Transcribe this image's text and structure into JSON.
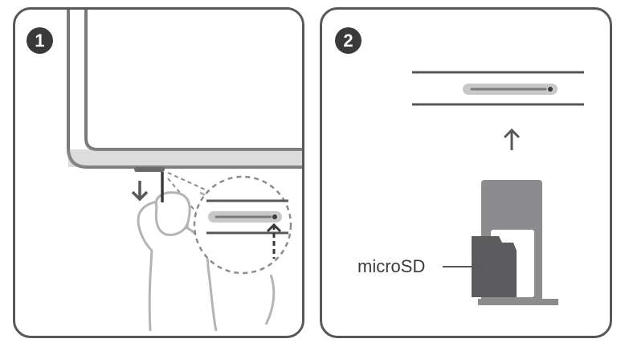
{
  "steps": [
    {
      "number": "1"
    },
    {
      "number": "2"
    }
  ],
  "labels": {
    "card_label": "microSD"
  },
  "colors": {
    "outline": "#58585a",
    "dark": "#3a3a3c",
    "mid_gray": "#8c8c8e",
    "light_gray": "#c8c8ca",
    "hand": "#b4b4b6"
  },
  "icons": [
    "arrow-down-icon",
    "arrow-up-icon",
    "magnifier-circle",
    "finger-icon",
    "sim-tray-icon",
    "microsd-card-icon"
  ]
}
